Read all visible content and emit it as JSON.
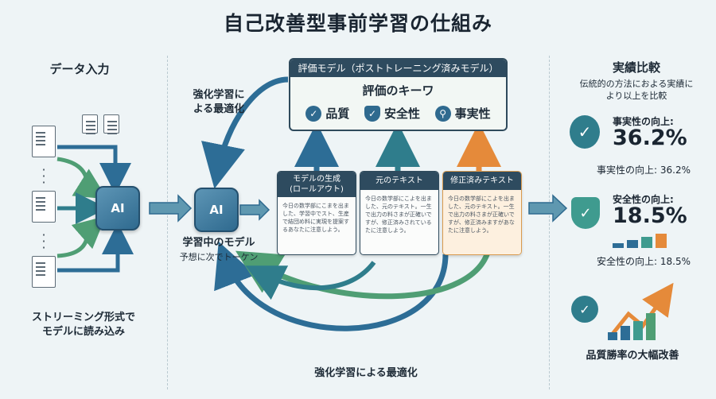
{
  "title": "自己改善型事前学習の仕組み",
  "input": {
    "heading": "データ入力",
    "caption_line1": "ストリーミング形式で",
    "caption_line2": "モデルに読み込み"
  },
  "rl_top": {
    "line1": "強化学習に",
    "line2": "よる最適化"
  },
  "rl_bottom": "強化学習による最適化",
  "ai_label": "AI",
  "learner": {
    "label": "学習中のモデル",
    "sub": "予想に次でトーケン"
  },
  "eval": {
    "title": "評価モデル（ポストトレーニング済みモデル）",
    "keyword_heading": "評価のキーワ",
    "keywords": [
      {
        "label": "品質",
        "icon": "check-circle-icon",
        "color": "#2f6a8f"
      },
      {
        "label": "安全性",
        "icon": "shield-check-icon",
        "color": "#2f6a8f"
      },
      {
        "label": "事実性",
        "icon": "magnifier-icon",
        "color": "#2f6a8f"
      }
    ]
  },
  "cards": [
    {
      "title_line1": "モデルの生成",
      "title_line2": "(ロールアウト)",
      "body": "今日の数学部にこまを出ました、学習中でスト、生産で結団め料に実現を提案するあなたに注意しよう。"
    },
    {
      "title_line1": "元のテキスト",
      "title_line2": "",
      "body": "今日の数学部にこよを出ました、元のテキスト。一生で出力の料さまが正確いですが、修正済みされているたに注意しよう。"
    },
    {
      "title_line1": "修正済みテキスト",
      "title_line2": "",
      "body": "今日の数学部にこよを出ました、元のテキスト。一生で出力の料さまが正確いですが、修正済みますがあなたに注意しよう。"
    }
  ],
  "results": {
    "heading": "実績比較",
    "sub_line1": "伝統的の方法におよる実績に",
    "sub_line2": "より以上を比較",
    "factuality": {
      "title": "事実性の向上:",
      "value": "36.2%",
      "caption": "事実性の向上: 36.2%"
    },
    "safety": {
      "title": "安全性の向上:",
      "value": "18.5%",
      "caption": "安全性の向上: 18.5%"
    },
    "quality_caption": "品質勝率の大幅改善"
  },
  "colors": {
    "teal": "#2f7d8c",
    "green": "#4f9e74",
    "blue": "#2d6d96",
    "orange": "#e58a3a",
    "navy": "#2e4b5f"
  }
}
